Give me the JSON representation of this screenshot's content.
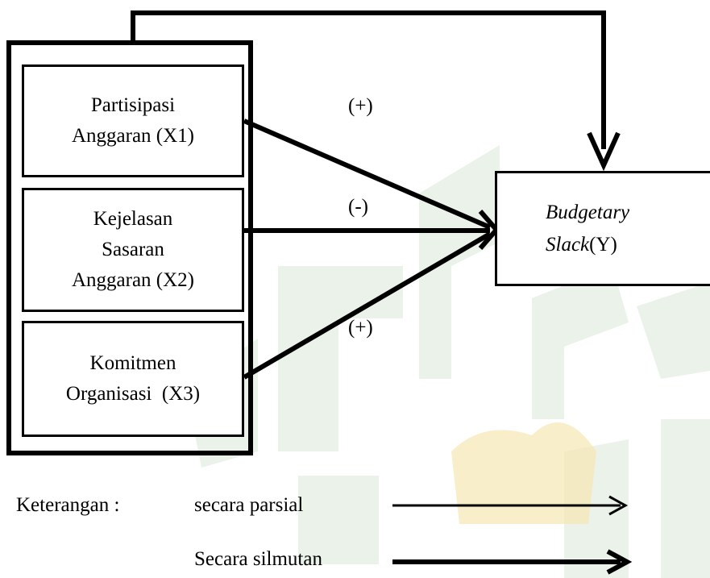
{
  "diagram": {
    "independent_vars": [
      {
        "line1": "Partisipasi",
        "line2": "Anggaran (X1)",
        "line3": "",
        "sign": "(+)"
      },
      {
        "line1": "Kejelasan",
        "line2": "Sasaran",
        "line3": "Anggaran (X2)",
        "sign": "(-)"
      },
      {
        "line1": "Komitmen",
        "line2": "Organisasi  (X3)",
        "line3": "",
        "sign": "(+)"
      }
    ],
    "dependent_var": {
      "line1": "Budgetary",
      "line2_italic": "Slack",
      "line2_rest": "(Y)"
    }
  },
  "legend": {
    "title": "Keterangan :",
    "partial_label": "secara parsial",
    "simultaneous_label": "Secara silmutan"
  },
  "colors": {
    "line": "#000000",
    "watermark_green": "#c9dcc9",
    "watermark_gold": "#f6e7b4"
  }
}
